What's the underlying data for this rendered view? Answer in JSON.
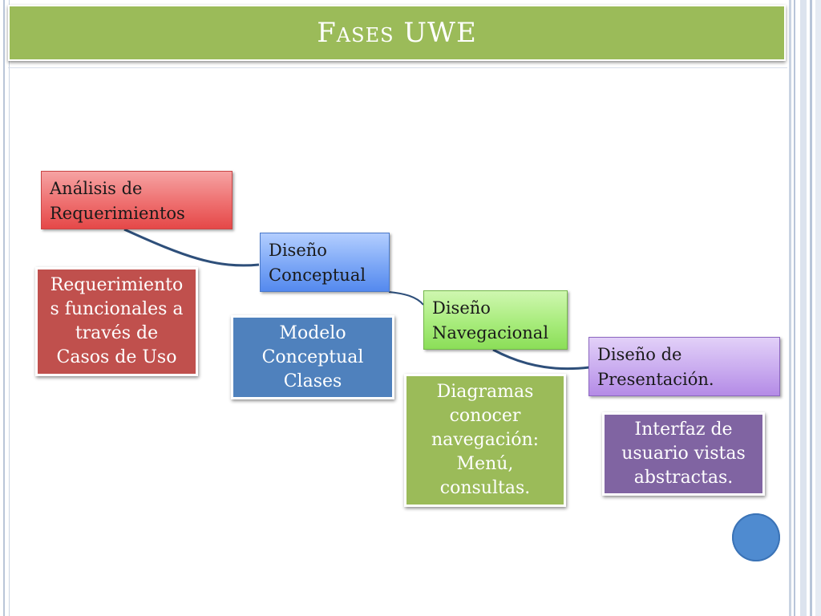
{
  "slide": {
    "title": "Fases UWE"
  },
  "phases": [
    {
      "id": "analisis",
      "label": "Análisis de\nRequerimientos",
      "color": "#ee6f6f"
    },
    {
      "id": "conceptual",
      "label": "Diseño\nConceptual",
      "color": "#7ca7f6"
    },
    {
      "id": "navegacional",
      "label": "Diseño\nNavegacional",
      "color": "#a8ec7c"
    },
    {
      "id": "presentacion",
      "label": "Diseño de\nPresentación.",
      "color": "#c9abef"
    }
  ],
  "descriptions": [
    {
      "id": "analisis",
      "lines": [
        "Requerimiento",
        "s funcionales a",
        "través de",
        "Casos de Uso"
      ],
      "color": "#c0504d"
    },
    {
      "id": "conceptual",
      "lines": [
        "Modelo",
        "Conceptual",
        "Clases"
      ],
      "color": "#4f81bd"
    },
    {
      "id": "navegacional",
      "lines": [
        "Diagramas",
        "conocer",
        "navegación:",
        "Menú,",
        "consultas."
      ],
      "color": "#9bbb59"
    },
    {
      "id": "presentacion",
      "lines": [
        "Interfaz de",
        "usuario vistas",
        "abstractas."
      ],
      "color": "#8064a2"
    }
  ],
  "theme": {
    "title_bar": "#9bbb59",
    "connector": "#2e4f7a",
    "accent_circle": "#4f8bd0"
  }
}
